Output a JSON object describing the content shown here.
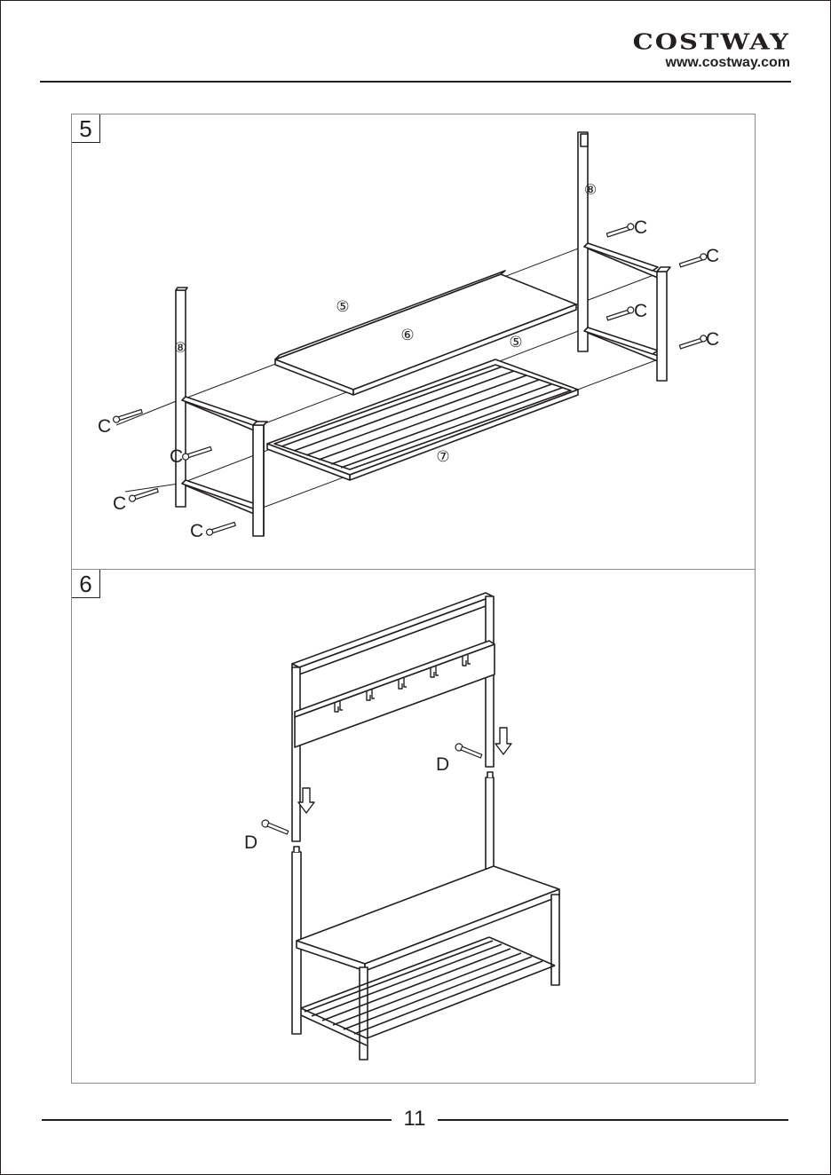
{
  "header": {
    "brand": "COSTWAY",
    "url": "www.costway.com"
  },
  "step5": {
    "number": "5",
    "part_labels": {
      "left_post": "⑧",
      "right_post": "⑧",
      "back_rail": "⑤",
      "front_rail": "⑤",
      "seat_board": "⑥",
      "shoe_rack": "⑦"
    },
    "screw_label": "C"
  },
  "step6": {
    "number": "6",
    "screw_label": "D"
  },
  "footer": {
    "page_number": "11"
  }
}
